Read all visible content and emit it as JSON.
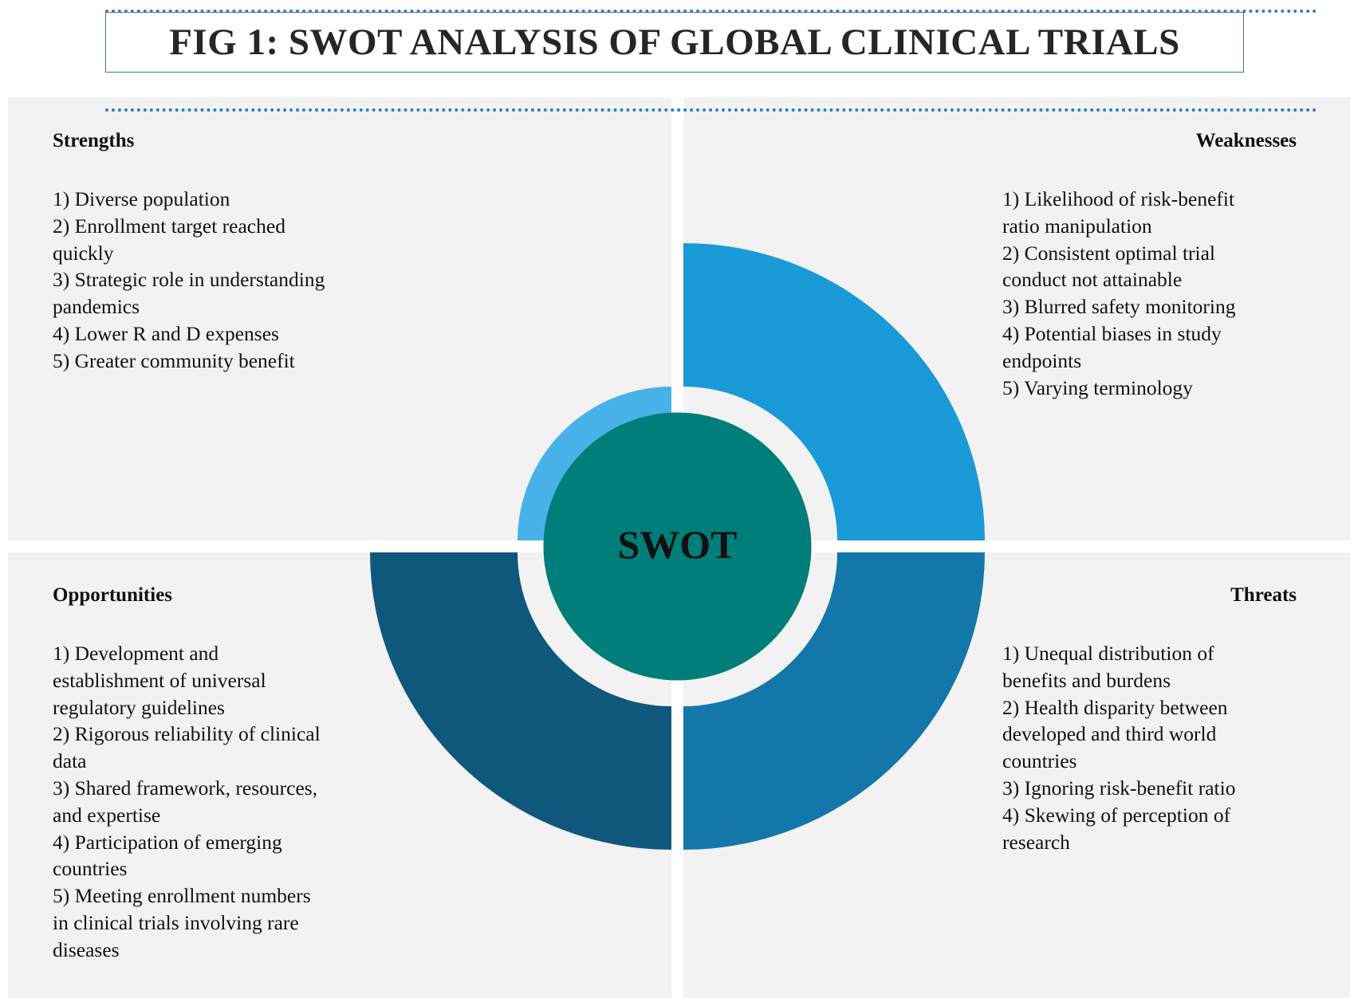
{
  "title": "FIG 1: SWOT ANALYSIS OF GLOBAL CLINICAL TRIALS",
  "center_label": "SWOT",
  "colors": {
    "strengths": "#48b2e8",
    "weaknesses": "#1a9ad7",
    "opportunities": "#10577c",
    "threats": "#1477aa",
    "center": "#007e7a",
    "panel": "#f2f2f2",
    "dots": "#2b7fc4"
  },
  "quadrants": {
    "strengths": {
      "heading": "Strengths",
      "items": [
        "1) Diverse population",
        "2) Enrollment target reached",
        "quickly",
        "3) Strategic role in understanding",
        "pandemics",
        "4) Lower R and D expenses",
        "5) Greater community benefit"
      ]
    },
    "weaknesses": {
      "heading": "Weaknesses",
      "items": [
        "1) Likelihood of risk-benefit",
        "ratio manipulation",
        "2) Consistent optimal trial",
        "conduct not attainable",
        "3) Blurred safety monitoring",
        "4) Potential biases in study",
        "endpoints",
        "5) Varying terminology"
      ]
    },
    "opportunities": {
      "heading": "Opportunities",
      "items": [
        "1) Development and",
        "establishment of universal",
        "regulatory guidelines",
        "2) Rigorous reliability of clinical",
        "data",
        "3) Shared framework, resources,",
        "and expertise",
        "4) Participation of emerging",
        "countries",
        "5) Meeting enrollment numbers",
        "in clinical trials involving rare",
        "diseases"
      ]
    },
    "threats": {
      "heading": "Threats",
      "items": [
        "1) Unequal distribution of",
        "benefits and burdens",
        "2) Health disparity between",
        "developed and third world",
        "countries",
        "3) Ignoring risk-benefit ratio",
        "4) Skewing of perception of",
        "research"
      ]
    }
  }
}
